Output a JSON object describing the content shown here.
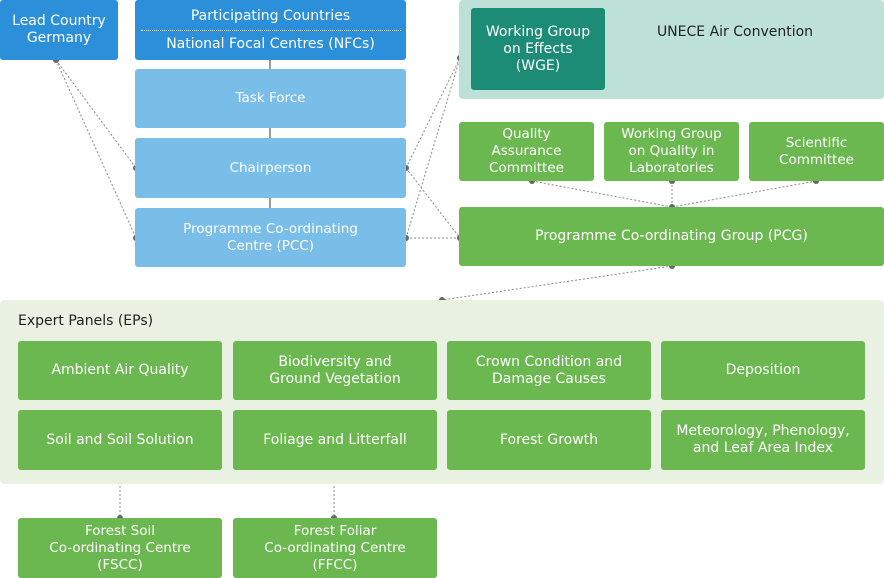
{
  "lead_country": "Lead Country\nGermany",
  "participating_countries": "Participating Countries",
  "nfc": "National Focal Centres (NFCs)",
  "task_force": "Task Force",
  "chairperson": "Chairperson",
  "pcc": "Programme Co-ordinating\nCentre (PCC)",
  "unece": {
    "title": "UNECE Air Convention",
    "wge": "Working Group\non Effects\n(WGE)"
  },
  "committees": [
    "Quality\nAssurance\nCommittee",
    "Working Group\non Quality in\nLaboratories",
    "Scientific\nCommittee"
  ],
  "pcg": "Programme Co-ordinating Group (PCG)",
  "expert_panels": {
    "title": "Expert Panels (EPs)",
    "items": [
      "Ambient Air Quality",
      "Biodiversity and\nGround Vegetation",
      "Crown Condition and\nDamage Causes",
      "Deposition",
      "Soil and Soil Solution",
      "Foliage and Litterfall",
      "Forest Growth",
      "Meteorology, Phenology,\nand Leaf Area Index"
    ]
  },
  "fscc": "Forest Soil\nCo-ordinating Centre\n(FSCC)",
  "ffcc": "Forest Foliar\nCo-ordinating Centre\n(FFCC)",
  "colors": {
    "dark_blue": "#2b90d9",
    "light_blue": "#79bde9",
    "green": "#6ab84f",
    "dark_teal": "#1d8c77",
    "light_teal": "#bde0d7",
    "panel_background": "#e9f2e2",
    "connector": "#777777"
  }
}
